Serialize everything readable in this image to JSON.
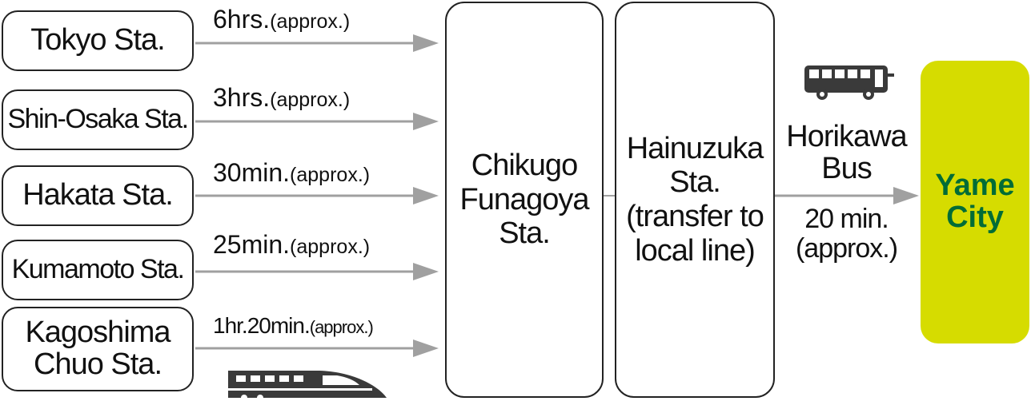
{
  "origins": [
    {
      "label": "Tokyo Sta.",
      "time": "6hrs.",
      "approx": "(approx.)"
    },
    {
      "label": "Shin-Osaka Sta.",
      "time": "3hrs.",
      "approx": "(approx.)"
    },
    {
      "label": "Hakata Sta.",
      "time": "30min.",
      "approx": "(approx.)"
    },
    {
      "label": "Kumamoto Sta.",
      "time": "25min.",
      "approx": "(approx.)"
    },
    {
      "label": "Kagoshima\nChuo Sta.",
      "time": "1hr.20min.",
      "approx": "(approx.)"
    }
  ],
  "hubs": [
    {
      "label": "Chikugo\nFunagoya\nSta."
    },
    {
      "label": "Hainuzuka\nSta.\n(transfer to\nlocal line)"
    }
  ],
  "bus": {
    "label": "Horikawa\nBus",
    "time": "20 min.",
    "approx": "(approx.)"
  },
  "destination": {
    "label": "Yame\nCity"
  },
  "icons": {
    "train": "bullet-train-icon",
    "bus": "bus-icon"
  },
  "colors": {
    "arrow": "#a0a0a0",
    "destination_bg": "#d6dc00",
    "destination_text": "#006c36",
    "icon": "#3a3a3a"
  }
}
